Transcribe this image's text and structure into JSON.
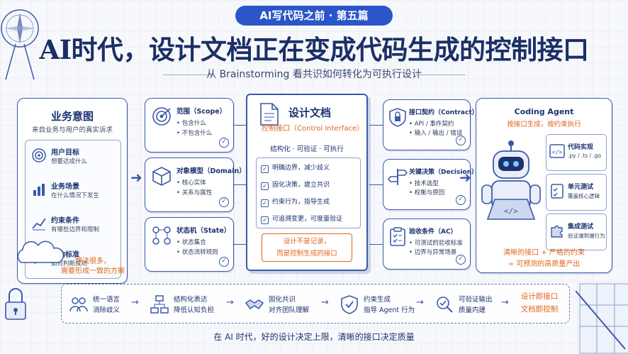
{
  "header": {
    "badge": "AI写代码之前 · 第五篇",
    "title": "AI时代，设计文档正在变成代码生成的控制接口",
    "subtitle": "从 Brainstorming 看共识如何转化为可执行设计"
  },
  "intent": {
    "title": "业务意图",
    "subtitle": "来自业务与用户的真实诉求",
    "items": [
      {
        "title": "用户目标",
        "desc": "想要达成什么",
        "icon": "target-icon"
      },
      {
        "title": "业务场景",
        "desc": "在什么情况下发生",
        "icon": "bar-chart-icon"
      },
      {
        "title": "约束条件",
        "desc": "有哪些边界和限制",
        "icon": "chart-line-icon"
      },
      {
        "title": "成功标准",
        "desc": "如何判断成功",
        "icon": "ruler-icon"
      }
    ],
    "cloud_note": [
      "想法很多，",
      "需要形成一致的方案"
    ]
  },
  "left_cards": [
    {
      "title": "范围（Scope）",
      "bullets": [
        "包含什么",
        "不包含什么"
      ],
      "icon": "target-icon"
    },
    {
      "title": "对象模型（Domain）",
      "bullets": [
        "核心实体",
        "关系与属性"
      ],
      "icon": "cube-icon"
    },
    {
      "title": "状态机（State）",
      "bullets": [
        "状态集合",
        "状态流转规则"
      ],
      "icon": "state-machine-icon"
    }
  ],
  "doc": {
    "title": "设计文档",
    "subtitle": "控制接口（Control Interface）",
    "tags": "结构化 · 可验证 · 可执行",
    "items": [
      "明确边界，减少歧义",
      "固化决策，建立共识",
      "约束行为，指导生成",
      "可追溯变更，可度量验证"
    ],
    "note": [
      "设计不是记录，",
      "而是控制生成的接口"
    ]
  },
  "right_cards": [
    {
      "title": "接口契约（Contract）",
      "bullets": [
        "API / 事件契约",
        "输入 / 输出 / 错误"
      ],
      "icon": "shield-icon"
    },
    {
      "title": "关键决策（Decision）",
      "bullets": [
        "技术选型",
        "权衡与原因"
      ],
      "icon": "signpost-icon"
    },
    {
      "title": "验收条件（AC）",
      "bullets": [
        "可测试的验收标准",
        "边界与异常场景"
      ],
      "icon": "clipboard-icon"
    }
  ],
  "agent": {
    "title": "Coding Agent",
    "subtitle": "按接口生成，按约束执行",
    "items": [
      {
        "title": "代码实现",
        "desc": ".py / .ts / .go",
        "icon": "code-icon"
      },
      {
        "title": "单元测试",
        "desc": "覆盖核心逻辑",
        "icon": "checklist-icon"
      },
      {
        "title": "集成测试",
        "desc": "验证端到端行为",
        "icon": "puzzle-icon"
      }
    ],
    "footer": [
      "清晰的接口 + 严格的约束",
      "= 可预测的高质量产出"
    ]
  },
  "steps": [
    {
      "l1": "统一语言",
      "l2": "消除歧义",
      "icon": "people-icon"
    },
    {
      "l1": "结构化表达",
      "l2": "降低认知负担",
      "icon": "flowchart-icon"
    },
    {
      "l1": "固化共识",
      "l2": "对齐团队理解",
      "icon": "handshake-icon"
    },
    {
      "l1": "约束生成",
      "l2": "指导 Agent 行为",
      "icon": "shield-check-icon"
    },
    {
      "l1": "可验证输出",
      "l2": "质量内建",
      "icon": "verify-icon"
    }
  ],
  "steps_highlight": [
    "设计即接口",
    "文档即控制"
  ],
  "footer": "在 AI 时代，好的设计决定上限，清晰的接口决定质量",
  "colors": {
    "primary": "#2b56c9",
    "ink": "#1c3270",
    "accent": "#e0641a"
  }
}
